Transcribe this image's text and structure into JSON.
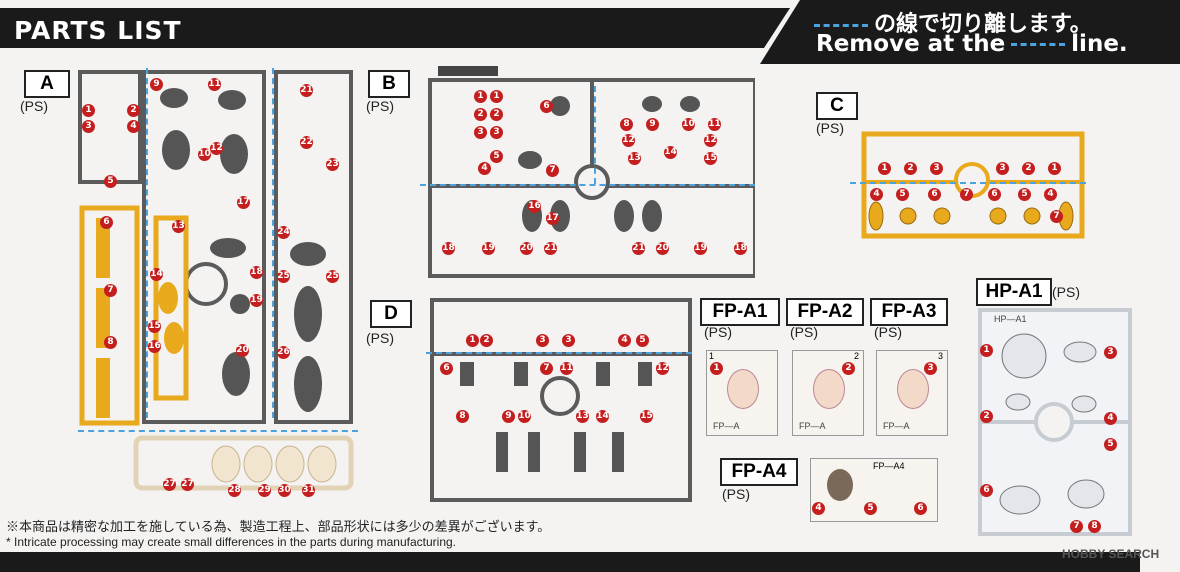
{
  "header": {
    "title": "PARTS LIST"
  },
  "note": {
    "ja": "の線で切り離します。",
    "en_prefix": "Remove at the",
    "en_suffix": "line."
  },
  "runners": {
    "A": {
      "name": "A",
      "material": "(PS)"
    },
    "B": {
      "name": "B",
      "material": "(PS)"
    },
    "C": {
      "name": "C",
      "material": "(PS)"
    },
    "D": {
      "name": "D",
      "material": "(PS)"
    },
    "FPA1": {
      "name": "FP-A1",
      "material": "(PS)",
      "runner_mark": "1",
      "runner_label": "FP—A",
      "part": "1"
    },
    "FPA2": {
      "name": "FP-A2",
      "material": "(PS)",
      "runner_mark": "2",
      "runner_label": "FP—A",
      "part": "2"
    },
    "FPA3": {
      "name": "FP-A3",
      "material": "(PS)",
      "runner_mark": "3",
      "runner_label": "FP—A",
      "part": "3"
    },
    "FPA4": {
      "name": "FP-A4",
      "material": "(PS)",
      "runner_label": "FP—A4",
      "parts": [
        "4",
        "5",
        "6"
      ]
    },
    "HPA1": {
      "name": "HP-A1",
      "material": "(PS)",
      "runner_label": "HP—A1",
      "parts": [
        "1",
        "2",
        "3",
        "4",
        "5",
        "6",
        "7",
        "8"
      ]
    }
  },
  "footer": {
    "ja": "※本商品は精密な加工を施している為、製造工程上、部品形状には多少の差異がございます。",
    "en": "* Intricate processing may create small differences in the parts during manufacturing."
  },
  "watermark": "HOBBY SEARCH",
  "colors": {
    "grey_runner": "#5b5b5b",
    "yellow_runner": "#e9a91c",
    "cream_runner": "#f1e5cf",
    "hp_runner": "#dfe3e8",
    "marker": "#c41e1e",
    "cut_line": "#4aa3df"
  },
  "markers": {
    "A": [
      "1",
      "2",
      "3",
      "4",
      "5",
      "6",
      "7",
      "8",
      "9",
      "10",
      "11",
      "12",
      "13",
      "14",
      "15",
      "16",
      "17",
      "18",
      "19",
      "20",
      "21",
      "22",
      "23",
      "24",
      "25",
      "25",
      "26",
      "27",
      "27",
      "28",
      "29",
      "30",
      "31"
    ],
    "B": [
      "1",
      "1",
      "2",
      "2",
      "3",
      "3",
      "4",
      "5",
      "6",
      "7",
      "8",
      "9",
      "10",
      "11",
      "12",
      "12",
      "13",
      "14",
      "15",
      "16",
      "17",
      "18",
      "19",
      "20",
      "21",
      "21",
      "20",
      "19",
      "18"
    ],
    "C": [
      "1",
      "2",
      "3",
      "3",
      "2",
      "1",
      "4",
      "5",
      "6",
      "7",
      "6",
      "5",
      "4",
      "7"
    ],
    "D": [
      "1",
      "2",
      "3",
      "3",
      "4",
      "5",
      "6",
      "7",
      "11",
      "12",
      "8",
      "9",
      "10",
      "13",
      "14",
      "15"
    ]
  }
}
